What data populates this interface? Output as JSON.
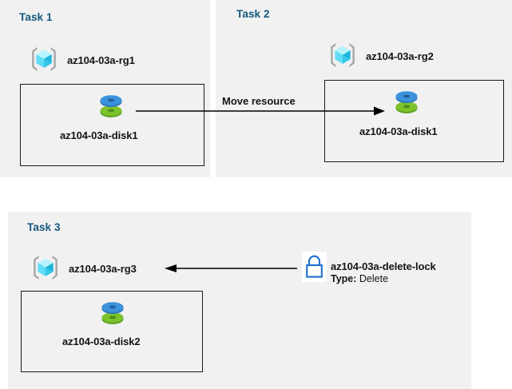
{
  "diagram": {
    "title_color": "#15597f",
    "panel_bg": "#f1f1f1",
    "page_bg": "#ffffff"
  },
  "panels": [
    {
      "id": "task1",
      "title": "Task 1",
      "resource_group": {
        "icon": "resource-group-icon",
        "label": "az104-03a-rg1"
      },
      "resource": {
        "icon": "managed-disk-icon",
        "label": "az104-03a-disk1"
      }
    },
    {
      "id": "task2",
      "title": "Task 2",
      "resource_group": {
        "icon": "resource-group-icon",
        "label": "az104-03a-rg2"
      },
      "resource": {
        "icon": "managed-disk-icon",
        "label": "az104-03a-disk1"
      }
    },
    {
      "id": "task3",
      "title": "Task 3",
      "resource_group": {
        "icon": "resource-group-icon",
        "label": "az104-03a-rg3"
      },
      "resource": {
        "icon": "managed-disk-icon",
        "label": "az104-03a-disk2"
      },
      "lock": {
        "icon": "lock-icon",
        "label": "az104-03a-delete-lock",
        "type_key": "Type:",
        "type_value": "Delete"
      }
    }
  ],
  "connectors": [
    {
      "id": "move-resource",
      "label": "Move resource",
      "direction": "left-to-right",
      "from": "az104-03a-disk1",
      "to": "az104-03a-rg2"
    },
    {
      "id": "apply-lock",
      "label": "",
      "direction": "right-to-left",
      "from": "az104-03a-delete-lock",
      "to": "az104-03a-rg3"
    }
  ],
  "colors": {
    "task_title": "#15597f",
    "node_text": "#141414",
    "disk_top": "#3c8fd7",
    "disk_bottom": "#6bb52a",
    "resource_group_cube": "#6fe4f7",
    "lock_outline": "#1f6fd0",
    "border": "#1a1a1a"
  }
}
